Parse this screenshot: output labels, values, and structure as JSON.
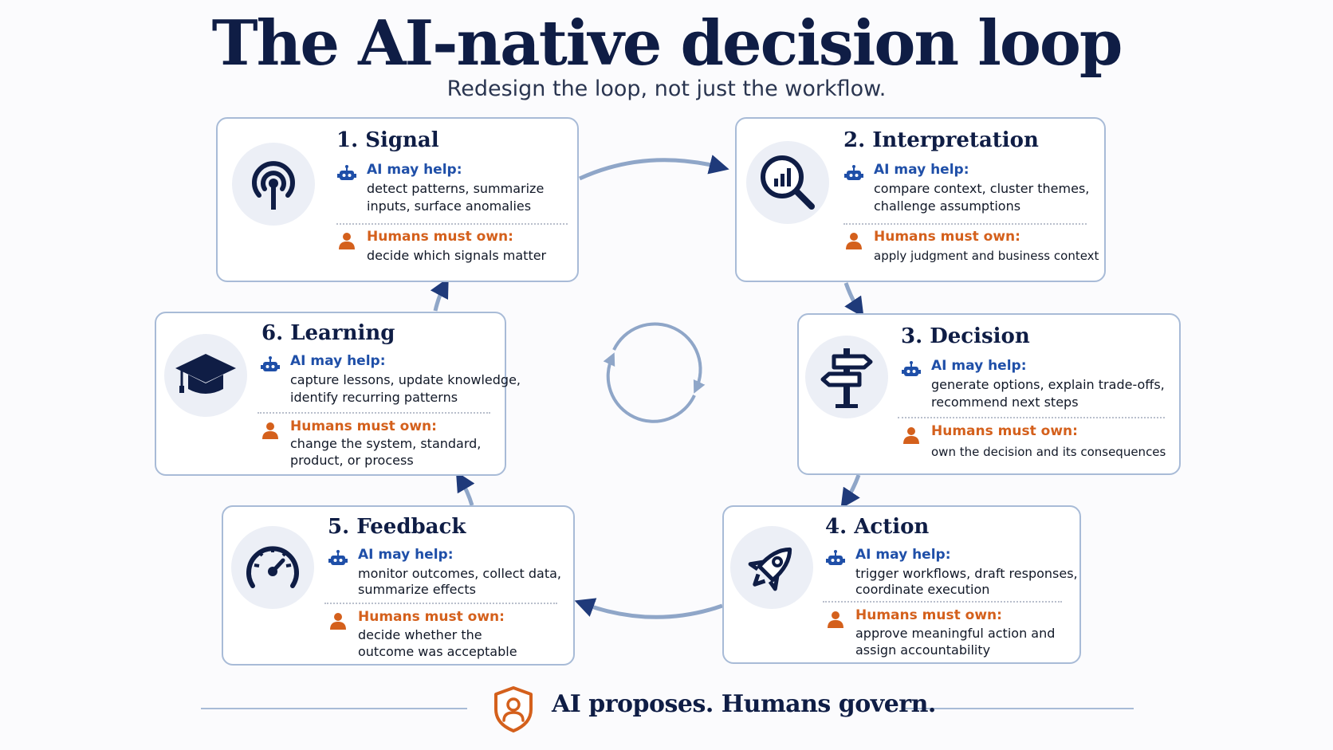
{
  "title": "The AI-native decision loop",
  "subtitle": "Redesign the loop, not just the workflow.",
  "ai_label": "AI may help:",
  "human_label": "Humans must own:",
  "steps": [
    {
      "title": "1. Signal",
      "icon": "signal-tower-icon",
      "ai": [
        "detect patterns, summarize",
        "inputs, surface anomalies"
      ],
      "human": [
        "decide which signals matter"
      ]
    },
    {
      "title": "2. Interpretation",
      "icon": "magnifying-glass-chart-icon",
      "ai": [
        "compare context, cluster themes,",
        "challenge assumptions"
      ],
      "human": [
        "apply judgment and business context"
      ]
    },
    {
      "title": "3. Decision",
      "icon": "signpost-icon",
      "ai": [
        "generate options, explain trade-offs,",
        "recommend next steps"
      ],
      "human": [
        "own the decision and its consequences"
      ]
    },
    {
      "title": "4. Action",
      "icon": "rocket-icon",
      "ai": [
        "trigger workflows, draft responses,",
        "coordinate execution"
      ],
      "human": [
        "approve meaningful action and",
        "assign accountability"
      ]
    },
    {
      "title": "5. Feedback",
      "icon": "speedometer-icon",
      "ai": [
        "monitor outcomes, collect data,",
        "summarize effects"
      ],
      "human": [
        "decide whether the",
        "outcome was acceptable"
      ]
    },
    {
      "title": "6. Learning",
      "icon": "graduation-cap-icon",
      "ai": [
        "capture lessons, update knowledge,",
        "identify recurring patterns"
      ],
      "human": [
        "change the system, standard,",
        "product, or process"
      ]
    }
  ],
  "footer": {
    "text": "AI proposes. Humans govern.",
    "icon": "shield-person-icon"
  },
  "colors": {
    "navy": "#0f1d45",
    "ai_blue": "#1f4fa8",
    "human_orange": "#d4601c",
    "card_border": "#a8bbd7",
    "arrow": "#8fa6c8"
  }
}
